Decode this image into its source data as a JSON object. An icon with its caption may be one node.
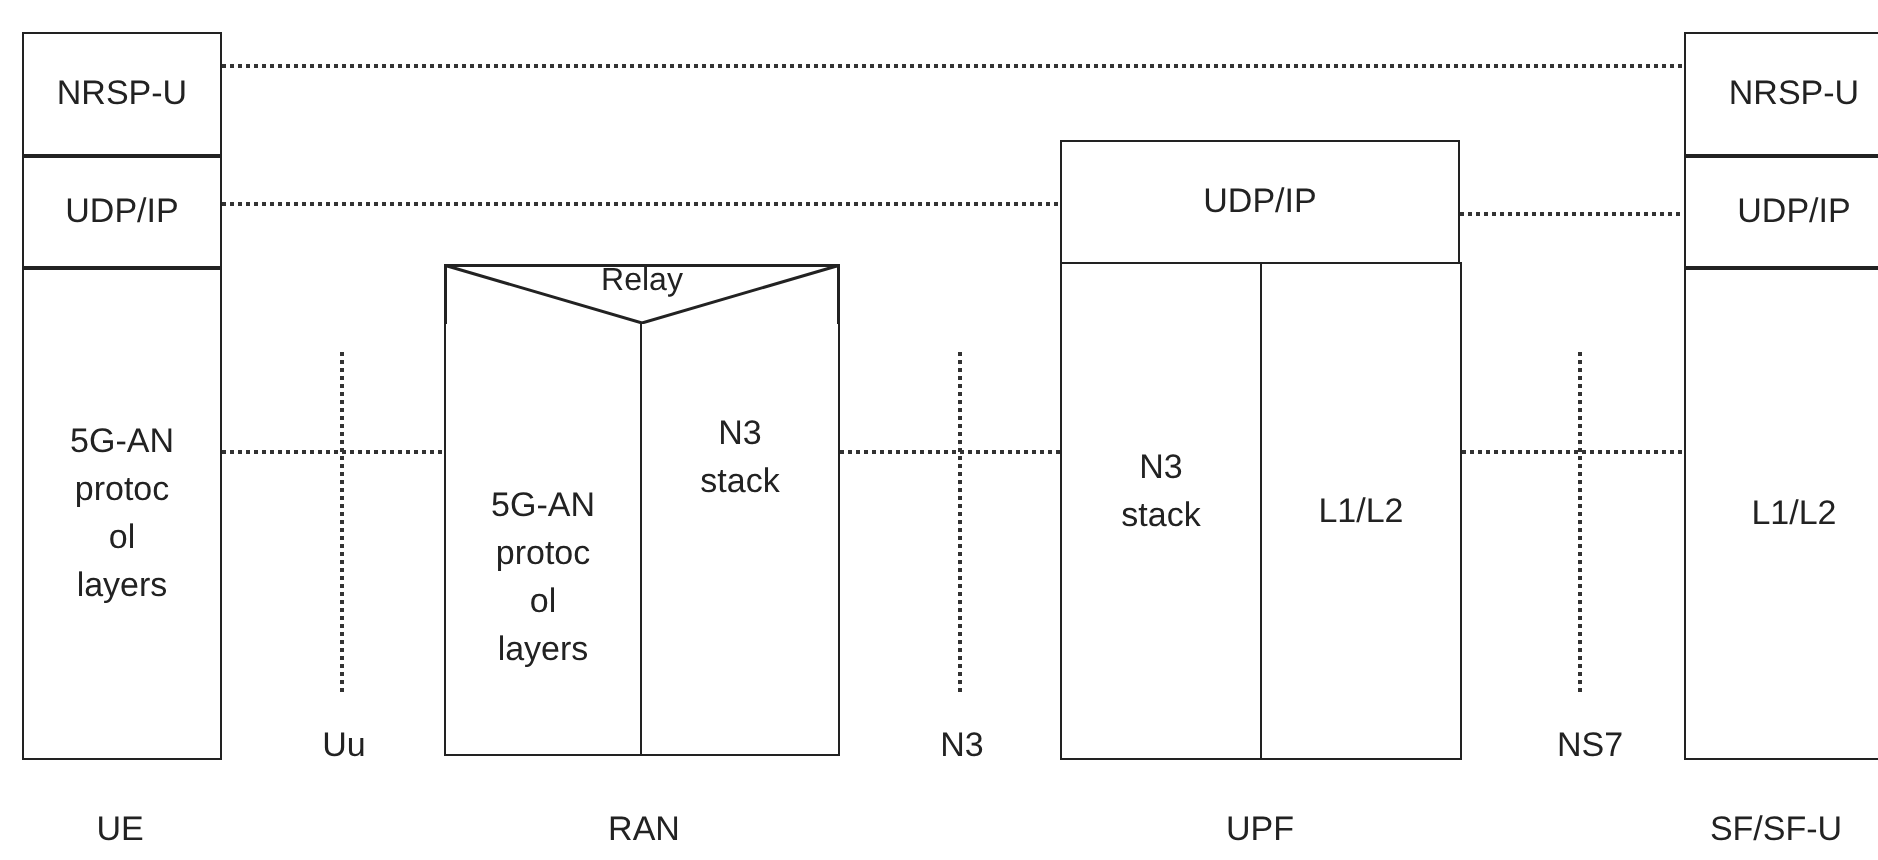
{
  "diagram": {
    "nodes": [
      {
        "text": [
          "NRSP-U"
        ]
      },
      {
        "text": [
          "UDP/IP"
        ]
      },
      {
        "text": [
          "5G-AN protoc ol layers"
        ]
      },
      {
        "text": [
          "Relay"
        ]
      },
      {
        "text": [
          "5G-AN protoc ol layers"
        ]
      },
      {
        "text": [
          "N3 stack"
        ]
      },
      {
        "text": [
          "UDP/IP"
        ]
      },
      {
        "text": [
          "N3 stack"
        ]
      },
      {
        "text": [
          "L1/L2"
        ]
      },
      {
        "text": [
          "NRSP-U"
        ]
      },
      {
        "text": [
          "UDP/IP"
        ]
      },
      {
        "text": [
          "L1/L2"
        ]
      }
    ],
    "edges": [
      {
        "from": 0,
        "to": 9,
        "arrow": "none",
        "style": "dashed"
      },
      {
        "from": 1,
        "to": 6,
        "arrow": "none",
        "style": "dashed"
      },
      {
        "from": 6,
        "to": 10,
        "arrow": "none",
        "style": "dashed"
      },
      {
        "from": 2,
        "to": 4,
        "arrow": "none",
        "style": "dashed"
      },
      {
        "from": 5,
        "to": 7,
        "arrow": "none",
        "style": "dashed"
      },
      {
        "from": 8,
        "to": 11,
        "arrow": "none",
        "style": "dashed"
      }
    ],
    "labels": [
      "Uu",
      "N3",
      "NS7",
      "UE",
      "RAN",
      "UPF",
      "SF/SF-U"
    ]
  }
}
